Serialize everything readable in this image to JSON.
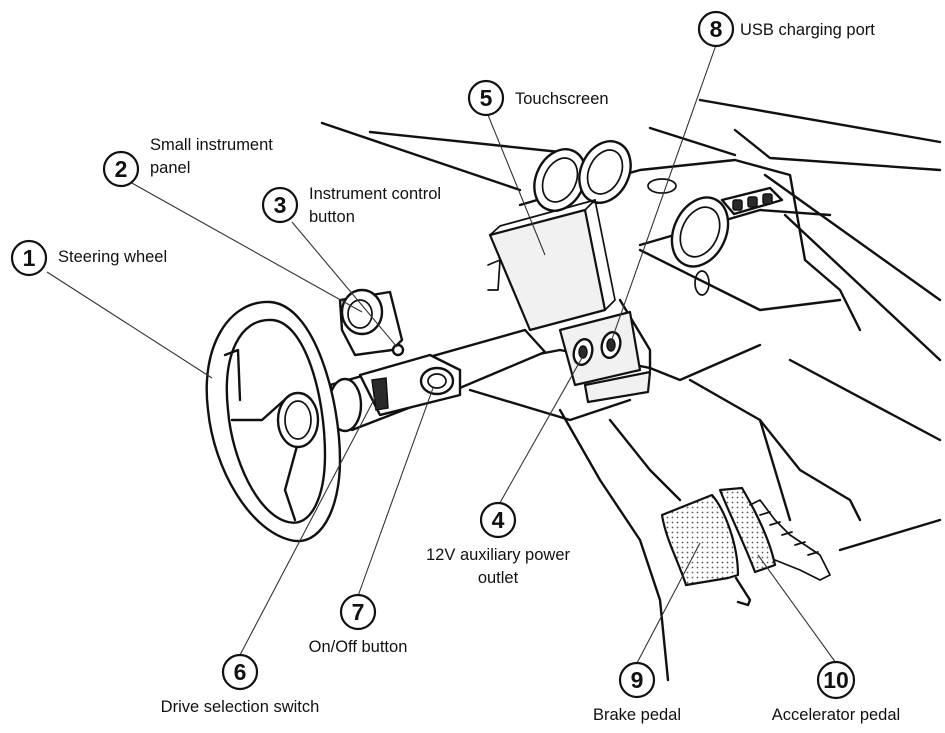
{
  "callouts": [
    {
      "number": "1",
      "label": "Steering wheel"
    },
    {
      "number": "2",
      "label_lines": [
        "Small instrument",
        "panel"
      ]
    },
    {
      "number": "3",
      "label_lines": [
        "Instrument control",
        "button"
      ]
    },
    {
      "number": "4",
      "label_lines": [
        "12V auxiliary power",
        "outlet"
      ]
    },
    {
      "number": "5",
      "label": "Touchscreen"
    },
    {
      "number": "6",
      "label": "Drive selection switch"
    },
    {
      "number": "7",
      "label": "On/Off button"
    },
    {
      "number": "8",
      "label": "USB charging port"
    },
    {
      "number": "9",
      "label": "Brake pedal"
    },
    {
      "number": "10",
      "label": "Accelerator pedal"
    }
  ],
  "colors": {
    "ink": "#111111",
    "background": "#ffffff",
    "panel_fill": "#f1f1f1"
  }
}
